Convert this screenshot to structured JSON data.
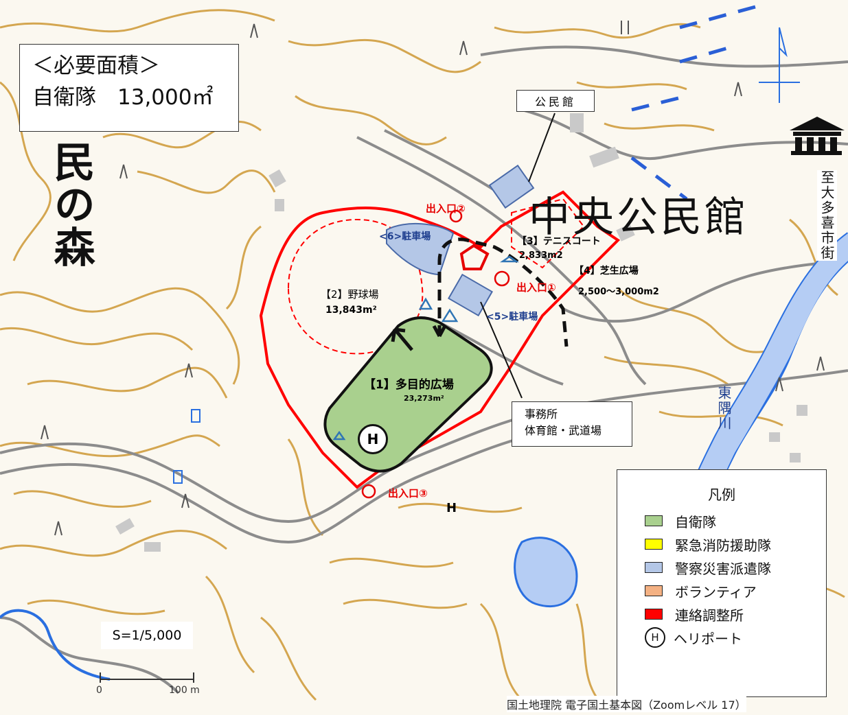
{
  "required_area": {
    "title": "＜必要面積＞",
    "line": "自衛隊　13,000㎡"
  },
  "place_names": {
    "tamino_mori": "民の森",
    "chuo_kominkan": "中央公民館",
    "direction": "至大多喜市街",
    "river": "東隅川"
  },
  "facilities": {
    "kominkan_label": "公民館",
    "office_line1": "事務所",
    "office_line2": "体育館・武道場"
  },
  "areas": {
    "tamokuteki_name": "【1】多目的広場",
    "tamokuteki_area": "23,273m²",
    "yakyujo_name": "【2】野球場",
    "yakyujo_area": "13,843m²",
    "tennis_name": "【3】テニスコート",
    "tennis_area": "2,833m2",
    "shibafu_name": "【4】芝生広場",
    "shibafu_area": "2,500～3,000m2"
  },
  "parking": {
    "p5": "<5>駐車場",
    "p6": "<6>駐車場"
  },
  "entrances": {
    "e1": "出入口①",
    "e2": "出入口②",
    "e3": "出入口③"
  },
  "heliport_mark": "H",
  "h_symbol": "H",
  "legend": {
    "title": "凡例",
    "items": [
      {
        "label": "自衛隊",
        "color": "#a9d08e"
      },
      {
        "label": "緊急消防援助隊",
        "color": "#ffff00"
      },
      {
        "label": "警察災害派遣隊",
        "color": "#b4c7e7"
      },
      {
        "label": "ボランティア",
        "color": "#f4b183"
      },
      {
        "label": "連絡調整所",
        "color": "#ff0000"
      }
    ],
    "heliport_label": "ヘリポート",
    "heliport_symbol": "H"
  },
  "scale": {
    "ratio": "S=1/5,000",
    "tick_start": "0",
    "tick_end": "100 m"
  },
  "source": "国土地理院 電子国土基本図（Zoomレベル 17）",
  "colors": {
    "contour": "#d4a650",
    "road": "#8c8c8c",
    "area_outline": "#ff0000",
    "jieitai_fill": "#a9d08e",
    "parking_fill": "#b4c7e7",
    "river": "#2a6fe0",
    "river_fill": "#b5cdf4"
  }
}
